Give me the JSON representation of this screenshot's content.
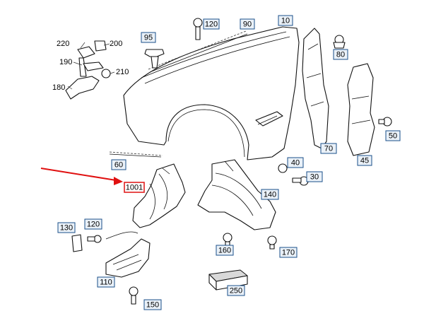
{
  "diagram": {
    "callouts": [
      {
        "id": "10",
        "highlighted": false
      },
      {
        "id": "40",
        "highlighted": false
      },
      {
        "id": "45",
        "highlighted": false
      },
      {
        "id": "50",
        "highlighted": false
      },
      {
        "id": "60",
        "highlighted": false
      },
      {
        "id": "70",
        "highlighted": false
      },
      {
        "id": "80",
        "highlighted": false
      },
      {
        "id": "90",
        "highlighted": false
      },
      {
        "id": "95",
        "highlighted": false
      },
      {
        "id": "110",
        "highlighted": false
      },
      {
        "id": "120",
        "highlighted": false
      },
      {
        "id": "130",
        "highlighted": false
      },
      {
        "id": "140",
        "highlighted": false
      },
      {
        "id": "150",
        "highlighted": false
      },
      {
        "id": "160",
        "highlighted": false
      },
      {
        "id": "170",
        "highlighted": false
      },
      {
        "id": "250",
        "highlighted": false
      },
      {
        "id": "1001",
        "highlighted": true
      },
      {
        "id": "30",
        "highlighted": false
      },
      {
        "id": "120b",
        "label": "120",
        "highlighted": false
      }
    ],
    "plain_labels": [
      "220",
      "200",
      "190",
      "210",
      "180"
    ],
    "colors": {
      "callout_fill": "#eaf1f8",
      "callout_border": "#1a4f8a",
      "highlight_border": "#e02020",
      "arrow": "#e01010",
      "line": "#111111"
    }
  }
}
